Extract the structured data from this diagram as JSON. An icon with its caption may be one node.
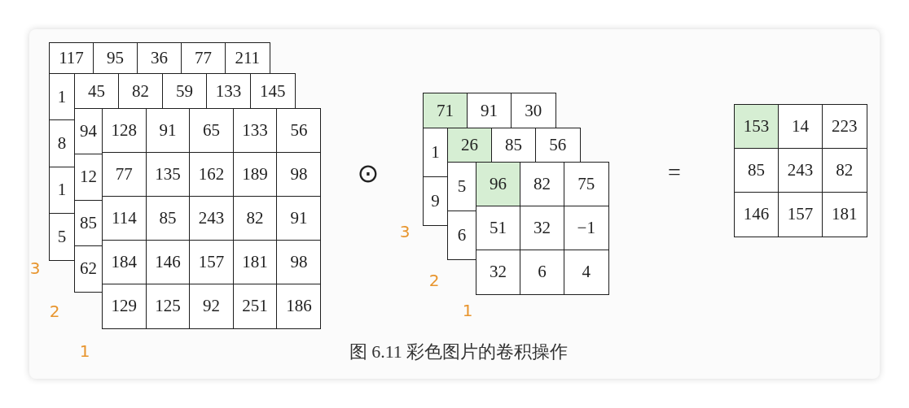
{
  "diagram": {
    "caption": "图 6.11 彩色图片的卷积操作",
    "labels": [
      "117",
      "95",
      "36",
      "77",
      "211",
      "1",
      "8",
      "1",
      "5",
      "45",
      "82",
      "59",
      "133",
      "145",
      "94",
      "12",
      "85",
      "62",
      "128",
      "91",
      "65",
      "133",
      "56",
      "77",
      "135",
      "162",
      "189",
      "98",
      "114",
      "85",
      "243",
      "82",
      "91",
      "184",
      "146",
      "157",
      "181",
      "98",
      "129",
      "125",
      "92",
      "251",
      "186",
      "3",
      "2",
      "1",
      "⊙",
      "71",
      "91",
      "30",
      "1",
      "9",
      "26",
      "85",
      "56",
      "5",
      "6",
      "96",
      "82",
      "75",
      "51",
      "32",
      "−1",
      "32",
      "6",
      "4",
      "3",
      "2",
      "1",
      "=",
      "153",
      "14",
      "223",
      "85",
      "243",
      "82",
      "146",
      "157",
      "181"
    ]
  }
}
